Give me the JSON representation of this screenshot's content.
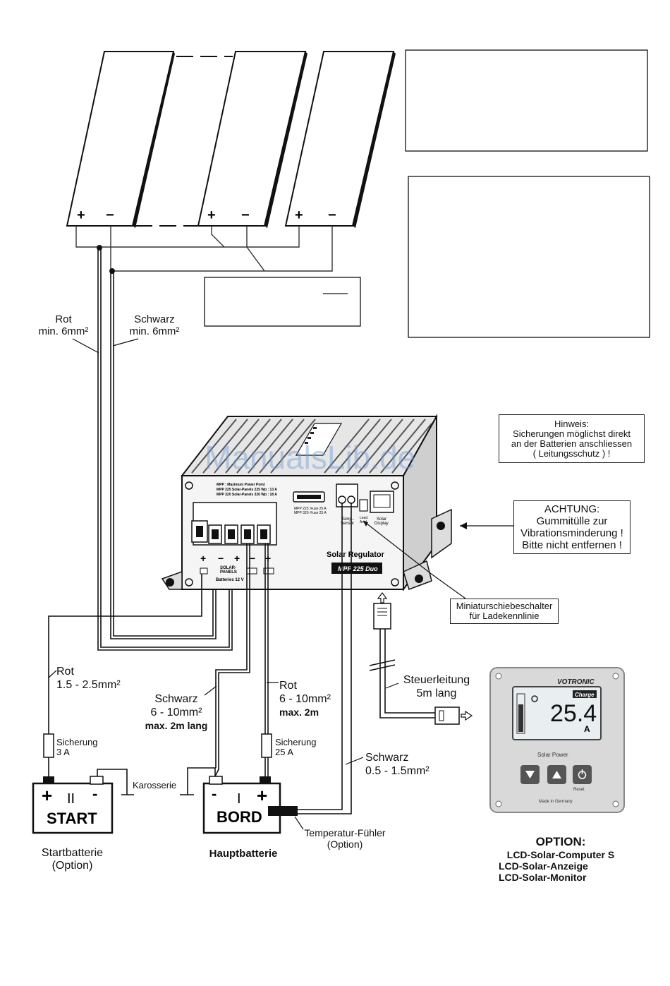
{
  "panels": {
    "plus": "+",
    "minus": "−"
  },
  "wires": {
    "rot_panel": [
      "Rot",
      "min. 6mm²"
    ],
    "schwarz_panel": [
      "Schwarz",
      "min. 6mm²"
    ],
    "rot_start": [
      "Rot",
      "1.5 - 2.5mm²"
    ],
    "schwarz_bord": [
      "Schwarz",
      "6 - 10mm²",
      "max. 2m lang"
    ],
    "rot_bord": [
      "Rot",
      "6 - 10mm²",
      "max. 2m"
    ],
    "schwarz_sensor": [
      "Schwarz",
      "0.5 - 1.5mm²"
    ],
    "steuerleitung": [
      "Steuerleitung",
      "5m lang"
    ]
  },
  "fuses": {
    "start": [
      "Sicherung",
      "3 A"
    ],
    "bord": [
      "Sicherung",
      "25 A"
    ]
  },
  "batteries": {
    "start": {
      "plus": "+",
      "minus": "-",
      "roman": "II",
      "name": "START",
      "caption": [
        "Startbatterie",
        "(Option)"
      ]
    },
    "bord": {
      "plus": "+",
      "minus": "-",
      "roman": "I",
      "name": "BORD",
      "caption": "Hauptbatterie"
    },
    "karosserie": "Karosserie"
  },
  "sensor": [
    "Temperatur-Fühler",
    "(Option)"
  ],
  "notes": {
    "hinweis": [
      "Hinweis:",
      "Sicherungen möglichst direkt",
      "an der Batterien anschliessen",
      "( Leitungsschutz ) !"
    ],
    "achtung": [
      "ACHTUNG:",
      "Gummitülle zur",
      "Vibrationsminderung !",
      "Bitte nicht entfernen !"
    ],
    "schiebe": [
      "Miniaturschiebeschalter",
      "für Ladekennlinie"
    ]
  },
  "regulator": {
    "title": "Solar Regulator",
    "model": "MPP 225 Duo",
    "port_sensor": [
      "Temp.-",
      "Sensor"
    ],
    "port_display": [
      "Solar",
      "Display"
    ],
    "port_switch": [
      "Lead",
      "Acid"
    ],
    "fuse_text": [
      "MPP 225: Fuse 25 A",
      "MPP 320: Fuse 25 A"
    ],
    "info_text": [
      "MPP : Maximum Power Point",
      "MPP 225 Solar-Panels 225 Wp : 13 A",
      "MPP 320 Solar-Panels 320 Wp : 18 A"
    ],
    "terminals": [
      "SOLAR-",
      "PANELS",
      "Batteries 12 V"
    ],
    "term_plus": "+",
    "term_minus": "−"
  },
  "display": {
    "brand": "VOTRONIC",
    "badge": "Charge",
    "value": "25.4",
    "unit": "A",
    "label": "Solar Power",
    "reset": "Reset",
    "made": "Made in Germany",
    "bar_level": 0.75
  },
  "option": [
    "OPTION:",
    "LCD-Solar-Computer S",
    "LCD-Solar-Anzeige",
    "LCD-Solar-Monitor"
  ],
  "watermark": "ManualsLib.de"
}
